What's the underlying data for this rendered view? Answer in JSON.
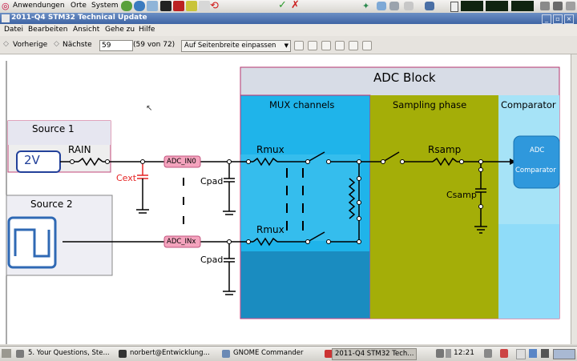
{
  "top_panel": {
    "menus": [
      "Anwendungen",
      "Orte",
      "System"
    ],
    "clock": "12:21"
  },
  "window": {
    "title": "2011-Q4 STM32 Technical Update"
  },
  "menubar": {
    "items": [
      "Datei",
      "Bearbeiten",
      "Ansicht",
      "Gehe zu",
      "Hilfe"
    ]
  },
  "toolbar": {
    "prev_label": "Vorherige",
    "next_label": "Nächste",
    "page_value": "59",
    "page_count": "(59 von 72)",
    "zoom_value": "Auf Seitenbreite einpassen"
  },
  "diagram": {
    "adc_block_title": "ADC Block",
    "mux_title": "MUX  channels",
    "sampling_title": "Sampling phase",
    "comparator_title": "Comparator",
    "source1_title": "Source 1",
    "source1_value": "2V",
    "source2_title": "Source 2",
    "rain": "RAIN",
    "cext": "Cext",
    "adc_in0": "ADC_IN0",
    "adc_inx": "ADC_INx",
    "cpad1": "Cpad",
    "cpad2": "Cpad",
    "rmux1": "Rmux",
    "rmux2": "Rmux",
    "rsamp": "Rsamp",
    "csamp": "Csamp",
    "adc_comp_line1": "ADC",
    "adc_comp_line2": "Comparator"
  },
  "taskbar": {
    "tasks": [
      "5. Your Questions, Ste...",
      "norbert@Entwicklung...",
      "GNOME Commander",
      "2011-Q4 STM32 Tech..."
    ]
  },
  "colors": {
    "adc_block_bg": "#d7dce6",
    "mux_bg": "#1fb4ea",
    "sampling_bg": "#a4ae08",
    "comparator_bg": "#a6e3f7",
    "adc_pin_bg": "#f4a3bd",
    "cext_color": "#e62424"
  }
}
